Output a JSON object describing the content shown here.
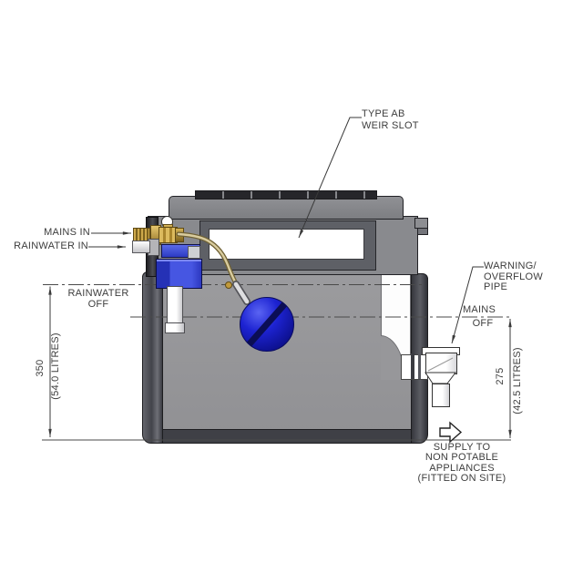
{
  "drawing": {
    "callouts": {
      "weir_line1": "TYPE AB",
      "weir_line2": "WEIR SLOT",
      "mains_in": "MAINS IN",
      "rainwater_in": "RAINWATER IN",
      "rainwater_off_line1": "RAINWATER",
      "rainwater_off_line2": "OFF",
      "warning_line1": "WARNING/",
      "warning_line2": "OVERFLOW",
      "warning_line3": "PIPE",
      "mains_off_line1": "MAINS",
      "mains_off_line2": "OFF",
      "supply_line1": "SUPPLY TO",
      "supply_line2": "NON POTABLE",
      "supply_line3": "APPLIANCES",
      "supply_line4": "(FITTED ON SITE)"
    },
    "dimensions": {
      "left_value": "350",
      "left_capacity": "(54.0 LITRES)",
      "right_value": "275",
      "right_capacity": "(42.5 LITRES)"
    },
    "colors": {
      "float_ball_blue": "#1d23d2",
      "valve_body_blue": "#3a4ad9",
      "brass_fitting": "#c19a3d",
      "tank_interior_gray": "#97979a",
      "tank_shell_gray": "#898a8e",
      "tank_wall_dark": "#4b4c54",
      "weir_slot_white": "#ffffff",
      "line_color": "#4a4a4a",
      "text_color": "#3d3d3d"
    }
  }
}
